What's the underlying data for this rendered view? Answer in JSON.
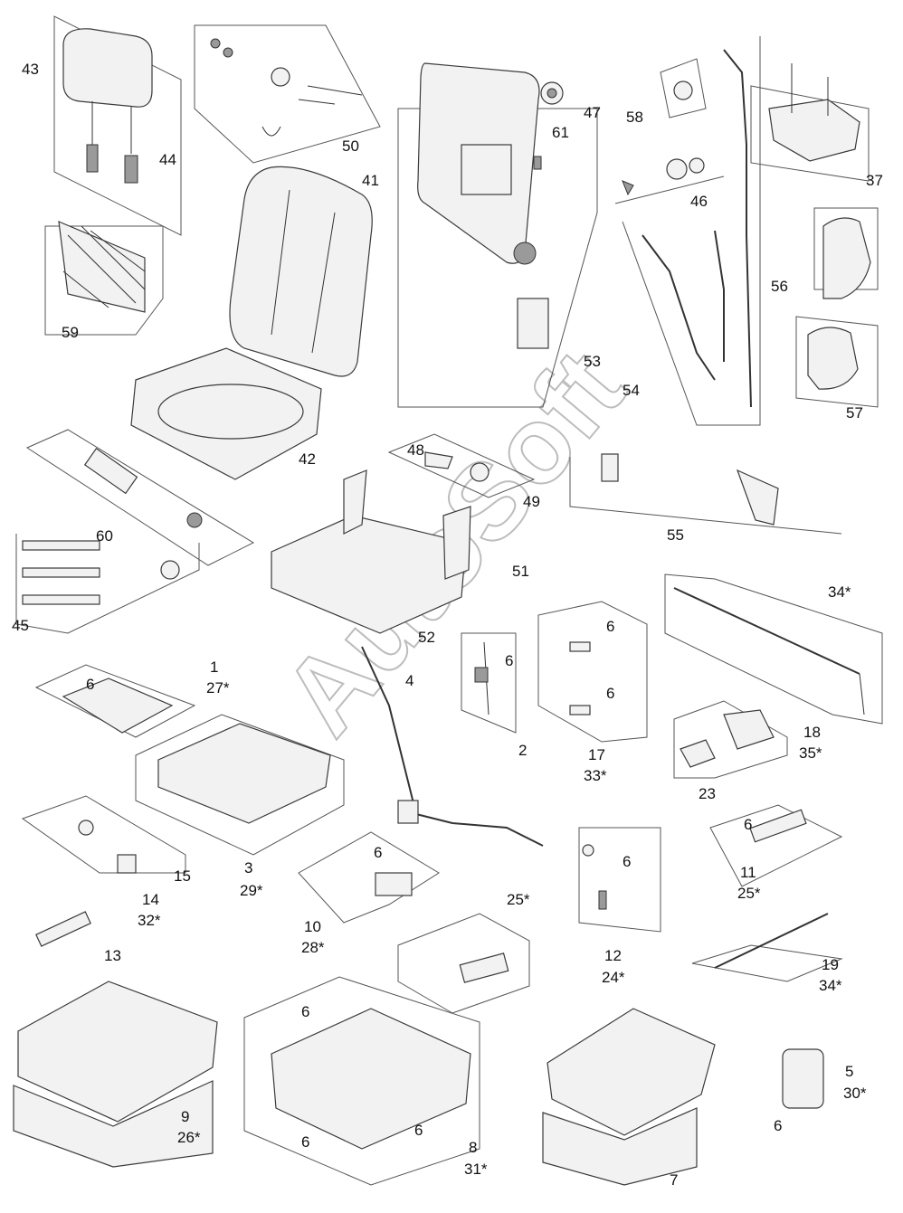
{
  "watermark": "AutoSoft",
  "callouts": {
    "c1": "1",
    "c27": "27*",
    "c2": "2",
    "c3": "3",
    "c29": "29*",
    "c4": "4",
    "c5": "5",
    "c30": "30*",
    "c6": "6",
    "c7": "7",
    "c8": "8",
    "c31": "31*",
    "c9": "9",
    "c26": "26*",
    "c10": "10",
    "c28": "28*",
    "c11": "11",
    "c25": "25*",
    "c12": "12",
    "c24": "24*",
    "c13": "13",
    "c14": "14",
    "c32": "32*",
    "c15": "15",
    "c17": "17",
    "c33": "33*",
    "c18": "18",
    "c35": "35*",
    "c19": "19",
    "c34": "34*",
    "c23": "23",
    "c37": "37",
    "c41": "41",
    "c42": "42",
    "c43": "43",
    "c44": "44",
    "c45": "45",
    "c46": "46",
    "c47": "47",
    "c48": "48",
    "c49": "49",
    "c50": "50",
    "c51": "51",
    "c52": "52",
    "c53": "53",
    "c54": "54",
    "c55": "55",
    "c56": "56",
    "c57": "57",
    "c58": "58",
    "c59": "59",
    "c60": "60",
    "c61": "61"
  }
}
